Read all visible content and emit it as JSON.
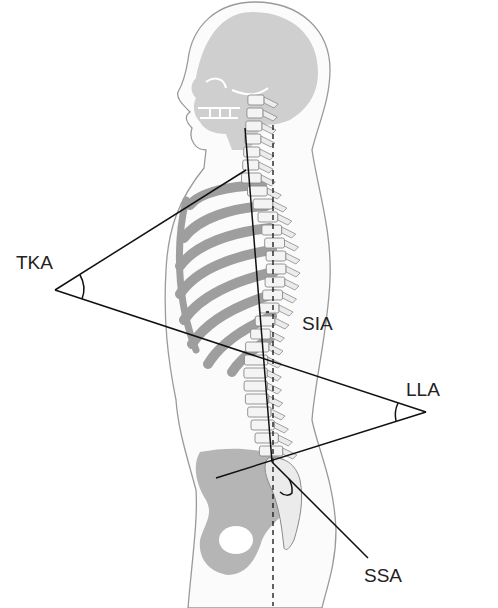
{
  "diagram": {
    "labels": [
      "TKA",
      "SIA",
      "LLA",
      "SSA"
    ]
  }
}
